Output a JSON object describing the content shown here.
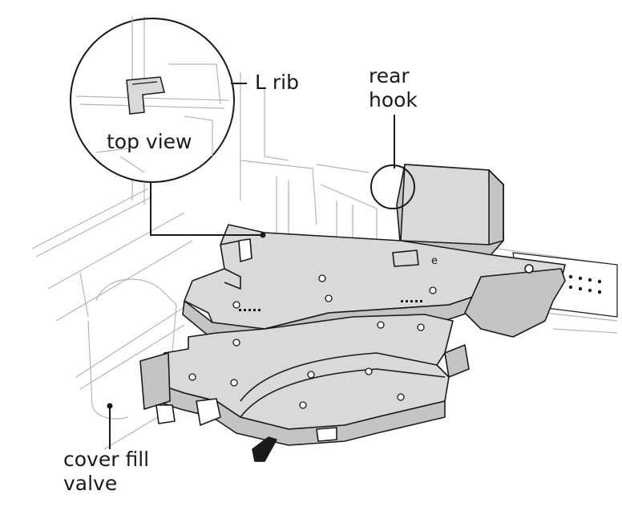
{
  "labels": {
    "l_rib": "L rib",
    "top_view": "top view",
    "rear_hook": [
      "rear",
      "hook"
    ],
    "cover_fill_valve": [
      "cover fill",
      "valve"
    ]
  },
  "icons": [
    "detail-magnifier-icon"
  ],
  "colors": {
    "line": "#1a1a1a",
    "light_line": "#b5b5b5",
    "part_fill": "#d9d9d9",
    "part_dark": "#c4c4c4",
    "background": "#ffffff"
  }
}
